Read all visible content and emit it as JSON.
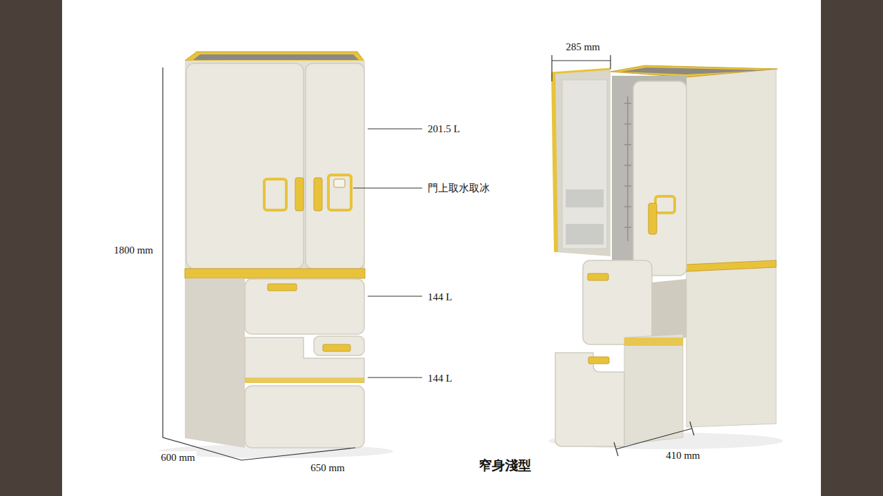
{
  "diagram": {
    "caption": "窄身淺型",
    "labels": [
      "285 mm",
      "201.5 L",
      "門上取水取冰",
      "1800 mm",
      "144 L",
      "144 L",
      "600 mm",
      "410 mm",
      "650 mm"
    ]
  }
}
